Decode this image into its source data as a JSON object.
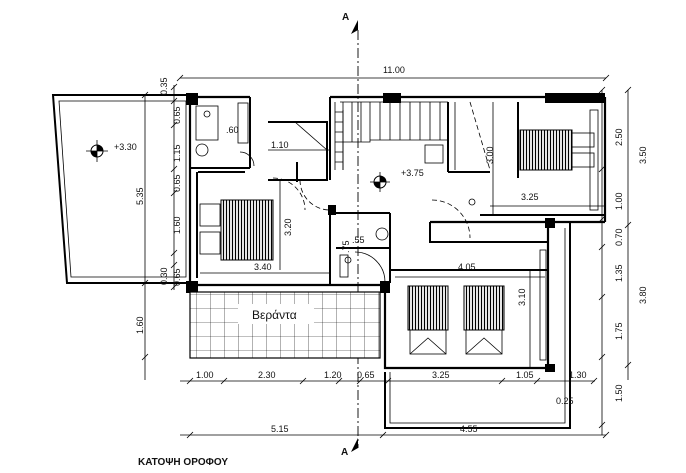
{
  "title": "ΚΑΤΟΨΗ ΟΡΟΦΟΥ",
  "section_mark": "A",
  "veranda_label": "Βεράντα",
  "levels": {
    "roof_terrace": "+3.30",
    "upper_floor": "+3.75"
  },
  "dimensions": {
    "top_total": "11.00",
    "bottom_segments": [
      "1.00",
      "2.30",
      "1.20",
      "0.65",
      "3.25",
      "1.05",
      "1.30"
    ],
    "bottom_small": "0.25",
    "bottom_totals": [
      "5.15",
      "4.55"
    ],
    "left_outer": [
      "0.35",
      "0.65",
      "1.15",
      "0.65",
      "1.60",
      "0.30",
      "0.65"
    ],
    "left_mid": "5.35",
    "left_lower": "1.60",
    "right_inner": [
      "2.50",
      "1.00",
      "0.70",
      "1.35",
      "1.75",
      "1.50"
    ],
    "right_outer": [
      "3.50",
      "3.80"
    ],
    "interior": {
      "bath_w": ".60",
      "hall_w": "1.10",
      "bed_left_h": "3.20",
      "bed_left_w": "3.40",
      "wc_w": ".55",
      "wc_h": ".75",
      "bed_right_h": "3.00",
      "bed_right_w": "3.25",
      "bed_kids_w": "4.05",
      "bed_kids_h": "3.10"
    }
  }
}
